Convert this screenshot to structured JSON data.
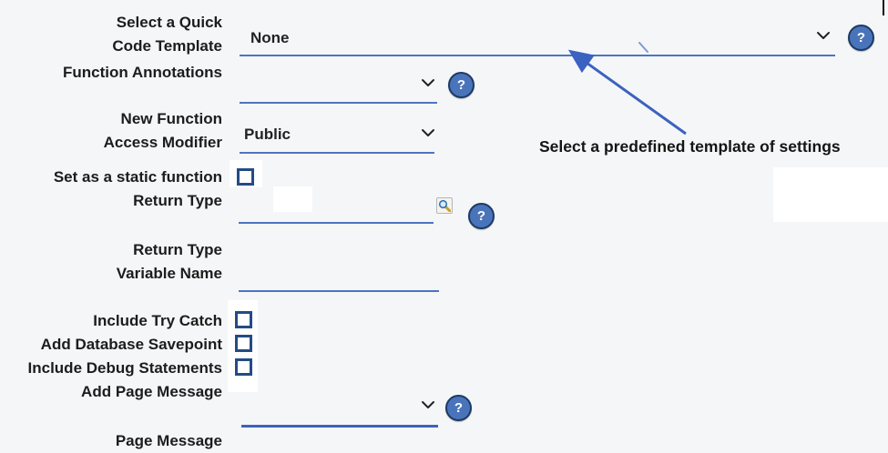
{
  "form": {
    "fields": [
      {
        "id": "quick-code-template",
        "label_lines": [
          "Select a Quick",
          "Code Template"
        ],
        "type": "dropdown",
        "value": "None",
        "has_help": true
      },
      {
        "id": "function-annotations",
        "label_lines": [
          "Function Annotations"
        ],
        "type": "dropdown",
        "value": "",
        "has_help": true
      },
      {
        "id": "access-modifier",
        "label_lines": [
          "New Function",
          "Access Modifier"
        ],
        "type": "dropdown",
        "value": "Public",
        "has_help": false
      },
      {
        "id": "static-function",
        "label_lines": [
          "Set as a static function"
        ],
        "type": "checkbox",
        "checked": false
      },
      {
        "id": "return-type",
        "label_lines": [
          "Return Type"
        ],
        "type": "picker",
        "value": "",
        "has_help": true
      },
      {
        "id": "return-type-variable",
        "label_lines": [
          "Return Type",
          "Variable Name"
        ],
        "type": "text",
        "value": ""
      },
      {
        "id": "include-try-catch",
        "label_lines": [
          "Include Try Catch"
        ],
        "type": "checkbox",
        "checked": false
      },
      {
        "id": "add-database-savepoint",
        "label_lines": [
          "Add Database Savepoint"
        ],
        "type": "checkbox",
        "checked": false
      },
      {
        "id": "include-debug",
        "label_lines": [
          "Include Debug Statements"
        ],
        "type": "checkbox",
        "checked": false
      },
      {
        "id": "add-page-message",
        "label_lines": [
          "Add Page Message"
        ],
        "type": "dropdown",
        "value": "",
        "has_help": true
      },
      {
        "id": "page-message",
        "label_lines": [
          "Page Message"
        ],
        "type": "label-only"
      }
    ]
  },
  "annotation": {
    "text": "Select a predefined template of settings"
  },
  "icons": {
    "help_glyph": "?",
    "chevron": "chevron-down",
    "lookup": "magnifier-lookup"
  },
  "colors": {
    "background": "#f5f6f7",
    "underline_blue": "#4d74c0",
    "checkbox_border": "#234c85",
    "help_fill": "#4a74ba",
    "help_border": "#1b3a66",
    "arrow_blue": "#3a62c0",
    "label_text": "#1c1c1c"
  }
}
